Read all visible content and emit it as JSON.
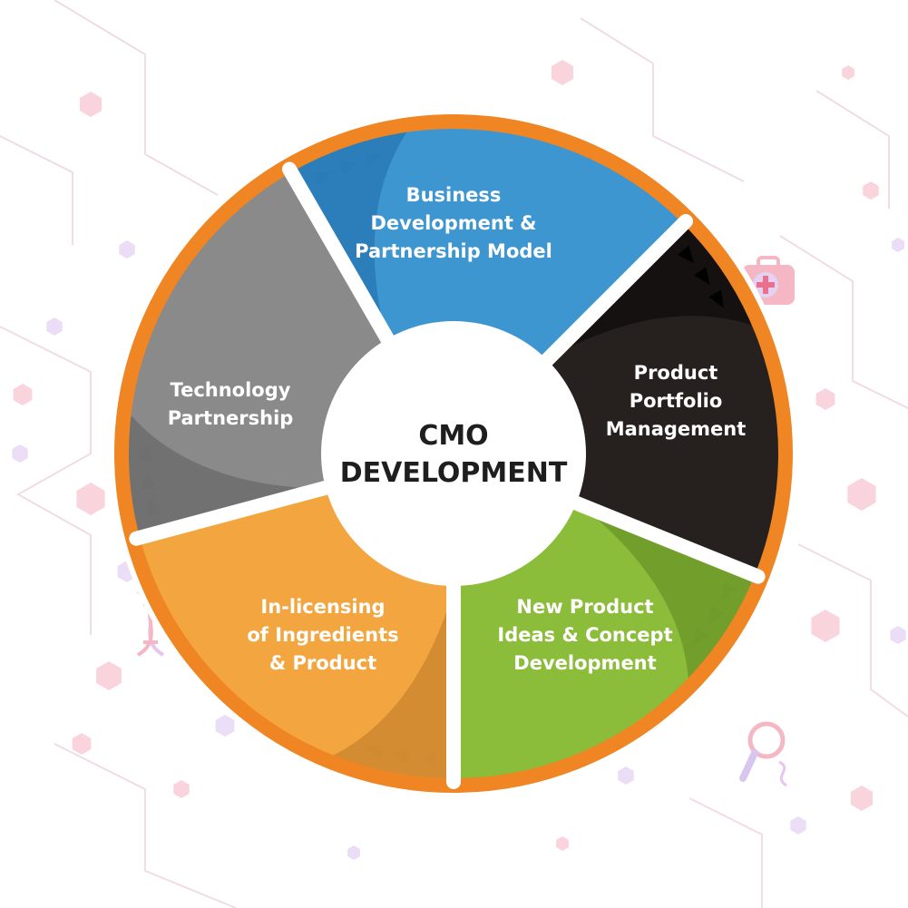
{
  "center": {
    "line1": "CMO",
    "line2": "DEVELOPMENT"
  },
  "segments": [
    {
      "id": "business",
      "lines": [
        "Business",
        "Development &",
        "Partnership Model"
      ],
      "color": "#3e96d1",
      "accent": "#2a7bb7"
    },
    {
      "id": "portfolio",
      "lines": [
        "Product",
        "Portfolio",
        "Management"
      ],
      "color": "#26201f",
      "accent": "#141010"
    },
    {
      "id": "new-product",
      "lines": [
        "New Product",
        "Ideas & Concept",
        "Development"
      ],
      "color": "#8bbd3a",
      "accent": "#6f9a2a"
    },
    {
      "id": "inlicensing",
      "lines": [
        "In-licensing",
        "of Ingredients",
        "& Product"
      ],
      "color": "#f3a53f",
      "accent": "#d08a31"
    },
    {
      "id": "technology",
      "lines": [
        "Technology",
        "Partnership"
      ],
      "color": "#8a8a8a",
      "accent": "#6e6e6e"
    }
  ],
  "colors": {
    "ring": "#ef8523",
    "divider": "#ffffff",
    "hub": "#ffffff",
    "hex_pink": "#f7c6d0",
    "hex_purple": "#e3d2f2",
    "lines": "#f0dbe6"
  },
  "icons": [
    "medical-kit-icon",
    "dna-icon",
    "magnifier-dna-icon"
  ]
}
